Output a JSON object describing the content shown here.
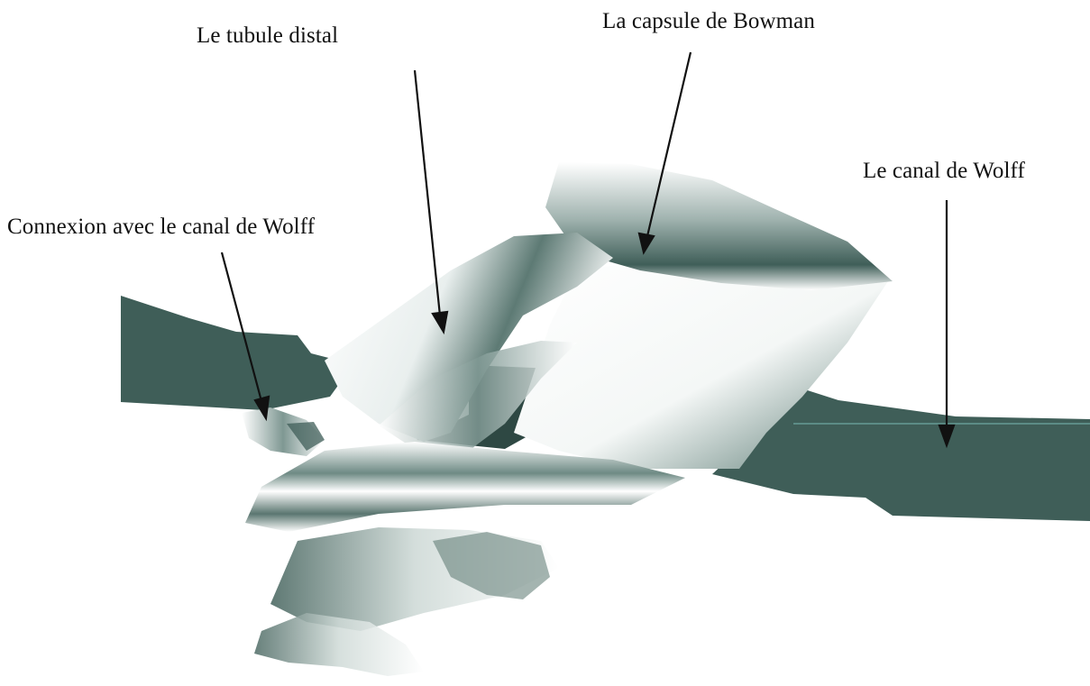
{
  "labels": {
    "distal_tubule": "Le tubule distal",
    "bowman_capsule": "La capsule de Bowman",
    "wolffian_duct": "Le canal de Wolff",
    "connection": "Connexion avec le canal de Wolff"
  },
  "colors": {
    "duct": "#3f5e58",
    "duct_dark": "#2e4843",
    "surface_shade": "#4d6a64",
    "background": "#ffffff",
    "arrow": "#111111"
  }
}
